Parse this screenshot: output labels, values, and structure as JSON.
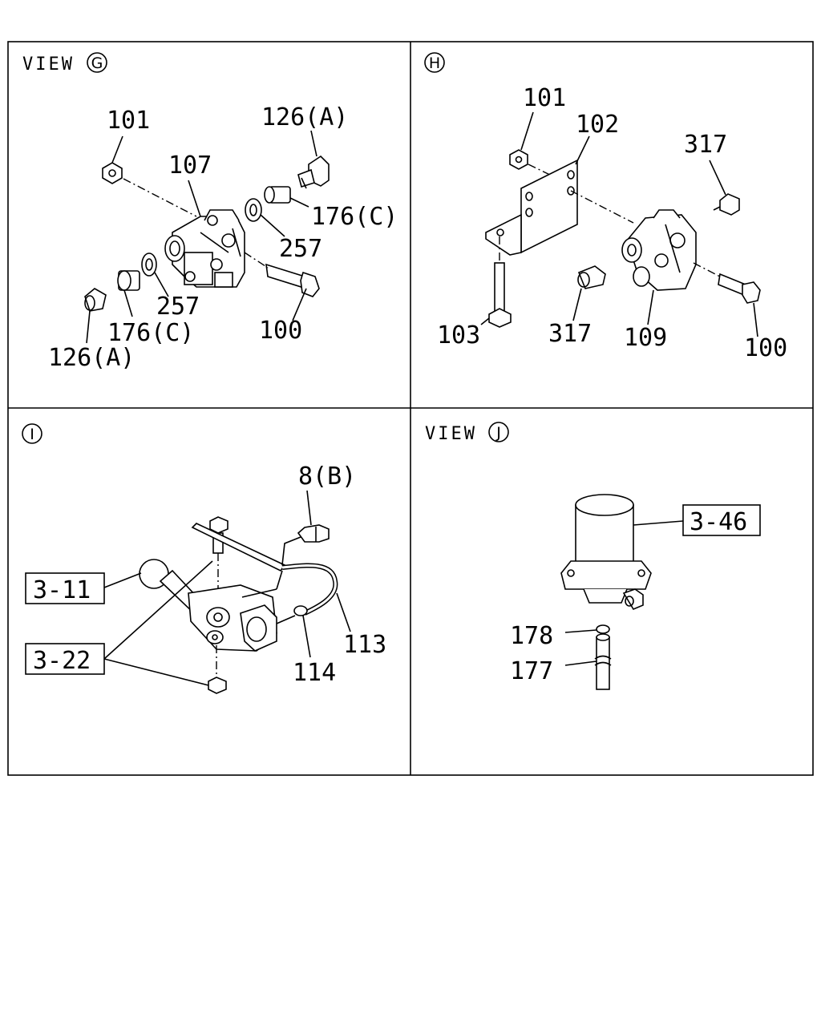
{
  "panels": {
    "g": {
      "prefix": "VIEW",
      "letter": "G",
      "labels": {
        "l101": "101",
        "l126a_top": "126(A)",
        "l107": "107",
        "l176c_right": "176(C)",
        "l257_right": "257",
        "l257_left": "257",
        "l176c_left": "176(C)",
        "l100": "100",
        "l126a_bottom": "126(A)"
      }
    },
    "h": {
      "letter": "H",
      "labels": {
        "l101": "101",
        "l102": "102",
        "l317_top": "317",
        "l103": "103",
        "l317_bottom": "317",
        "l109": "109",
        "l100": "100"
      }
    },
    "i": {
      "letter": "I",
      "labels": {
        "l8b": "8(B)",
        "l3_11": "3-11",
        "l3_22": "3-22",
        "l113": "113",
        "l114": "114"
      }
    },
    "j": {
      "prefix": "VIEW",
      "letter": "J",
      "labels": {
        "l3_46": "3-46",
        "l178": "178",
        "l177": "177"
      }
    }
  },
  "colors": {
    "line": "#000000",
    "background": "#ffffff"
  }
}
